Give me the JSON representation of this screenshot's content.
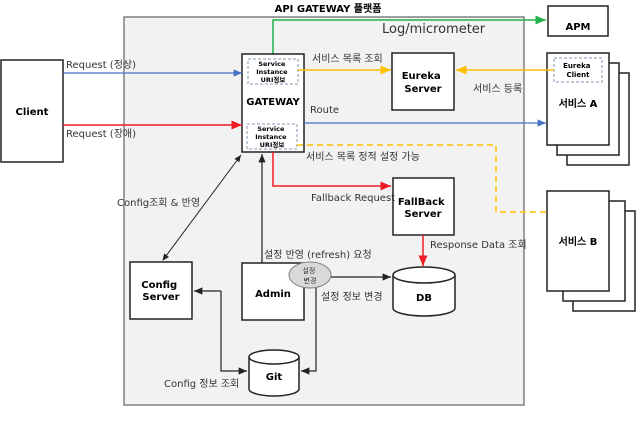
{
  "platform": {
    "title": "API GATEWAY 플랫폼"
  },
  "nodes": {
    "client": "Client",
    "gateway": "GATEWAY",
    "gateway_box1": [
      "Service",
      "Instance",
      "URI정보"
    ],
    "gateway_box2": [
      "Service",
      "Instance",
      "URI정보"
    ],
    "eureka": [
      "Eureka",
      "Server"
    ],
    "fallback": [
      "FallBack",
      "Server"
    ],
    "config": [
      "Config",
      "Server"
    ],
    "admin": "Admin",
    "db": "DB",
    "git": "Git",
    "apm": "APM",
    "service_a": "서비스 A",
    "eureka_client": [
      "Eureka",
      "Client"
    ],
    "service_b": "서비스 B",
    "settings_change": [
      "설정",
      "변경"
    ]
  },
  "edges": {
    "log": "Log/micrometer",
    "request_normal": "Request (정상)",
    "request_fail": "Request (장애)",
    "service_lookup": "서비스 목록 조회",
    "service_register": "서비스 등록",
    "route": "Route",
    "static_config": "서비스 목록 정적 설정 가능",
    "fallback_request": "Fallback Request",
    "response_data": "Response Data 조회",
    "config_lookup": "Config조회 & 반영",
    "refresh": "설정 반영 (refresh) 요청",
    "config_change": "설정 정보 변경",
    "config_info": "Config 정보 조회"
  },
  "colors": {
    "green": "#22b14c",
    "blue": "#4472c4",
    "red": "#ee1c24",
    "yellow": "#ffc000",
    "dashed_box": "#8497b0",
    "platform_bg": "#f2f2f2"
  }
}
